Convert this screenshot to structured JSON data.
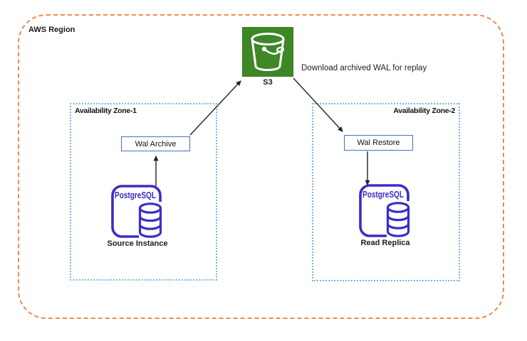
{
  "region": {
    "label": "AWS Region"
  },
  "s3": {
    "label": "S3",
    "icon": "s3-bucket-icon"
  },
  "annotation": {
    "text": "Download archived WAL for replay"
  },
  "zones": [
    {
      "label": "Availability Zone-1",
      "process_box": "Wal Archive",
      "engine": "PostgreSQL",
      "instance": "Source Instance"
    },
    {
      "label": "Availability Zone-2",
      "process_box": "Wal Restore",
      "engine": "PostgreSQL",
      "instance": "Read Replica"
    }
  ],
  "arrows": [
    "source-instance-to-wal-archive",
    "wal-archive-to-s3",
    "s3-to-wal-restore",
    "wal-restore-to-read-replica"
  ],
  "colors": {
    "region_border": "#EE8C4A",
    "zone_border": "#7FB2E5",
    "postgres_blue": "#3A2EC6",
    "process_box_border": "#4472C4",
    "s3_green": "#3E8727",
    "arrow": "#222222"
  }
}
